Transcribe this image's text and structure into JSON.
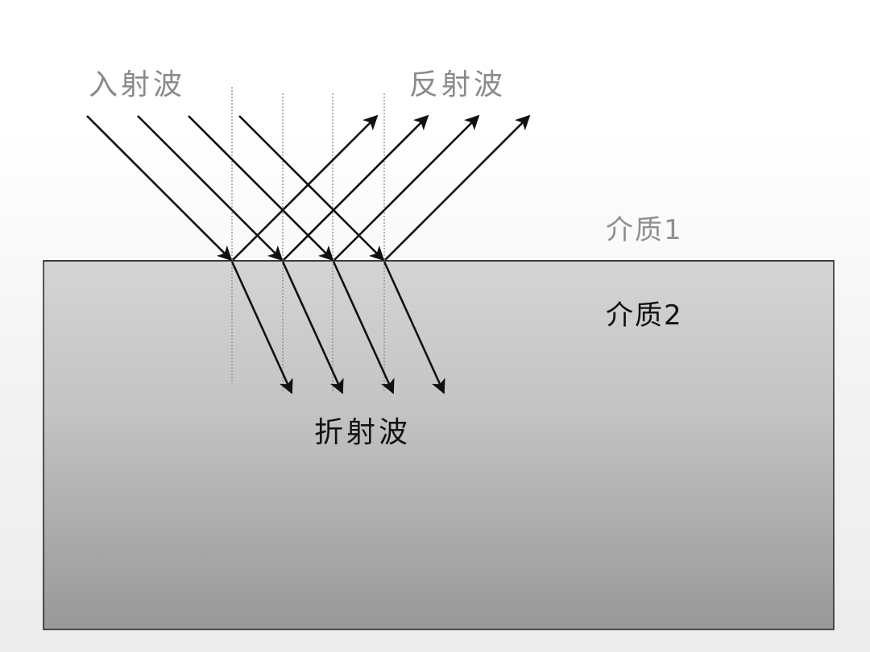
{
  "labels": {
    "incident_wave": "入射波",
    "reflected_wave": "反射波",
    "medium1": "介质1",
    "medium2": "介质2",
    "refracted_wave": "折射波"
  },
  "colors": {
    "background": "#ffffff",
    "medium2_top": "#d2d2d2",
    "medium2_bottom": "#9a9a9a",
    "ray": "#111111",
    "normal_line": "#8c8c8c",
    "label_light": "#8a8a8a",
    "label_dark": "#111111"
  },
  "diagram": {
    "ray_count": 4,
    "incident_rays": 4,
    "reflected_rays": 4,
    "refracted_rays": 4,
    "normal_lines": 4
  }
}
